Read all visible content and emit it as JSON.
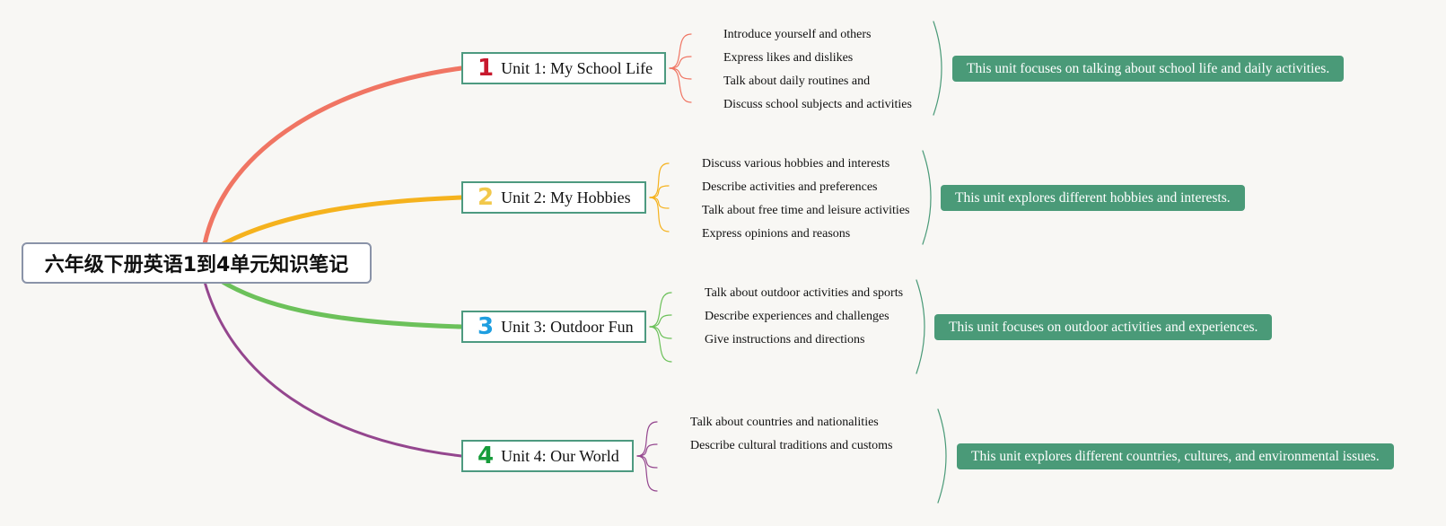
{
  "root": {
    "title": "六年级下册英语1到4单元知识笔记"
  },
  "units": [
    {
      "number": "1",
      "title": "Unit 1: My School Life",
      "color": "#f07563",
      "number_color": "#c8192e",
      "points": [
        "Introduce yourself and others",
        "Express likes and dislikes",
        "Talk about daily routines and",
        "Discuss school subjects and activities"
      ],
      "summary": "This unit focuses on talking about school life and daily activities."
    },
    {
      "number": "2",
      "title": "Unit 2: My Hobbies",
      "color": "#f5b21d",
      "number_color": "#f2c84b",
      "points": [
        "Discuss various hobbies and interests",
        "Describe activities and preferences",
        "Talk about free time and leisure activities",
        "Express opinions and reasons"
      ],
      "summary": "This unit explores different hobbies and interests."
    },
    {
      "number": "3",
      "title": "Unit 3: Outdoor Fun",
      "color": "#6cc15a",
      "number_color": "#1e9ee0",
      "points": [
        "Talk about outdoor activities and sports",
        "Describe experiences and challenges",
        "Give instructions and directions",
        ""
      ],
      "summary": "This unit focuses on outdoor activities and experiences."
    },
    {
      "number": "4",
      "title": "Unit 4: Our World",
      "color": "#94468e",
      "number_color": "#169c3a",
      "points": [
        "Talk about countries and nationalities",
        "Describe cultural traditions and customs",
        "",
        ""
      ],
      "summary": "This unit explores different countries, cultures, and environmental issues."
    }
  ],
  "colors": {
    "box_border": "#4d9a80",
    "summary_bg": "#4a9a78",
    "background": "#f8f7f4"
  }
}
